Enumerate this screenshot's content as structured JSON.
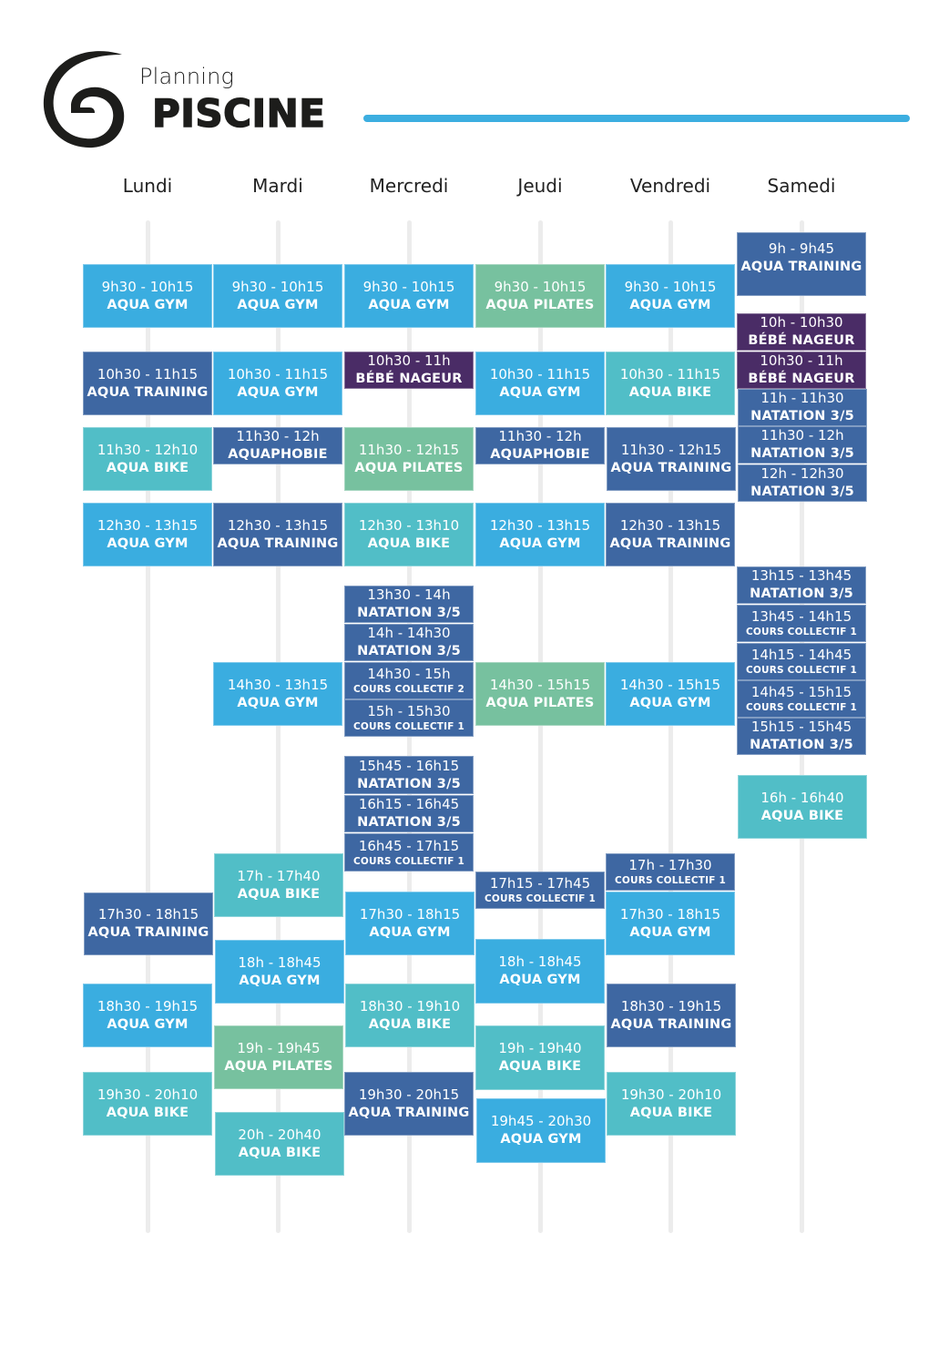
{
  "header": {
    "title_small": "Planning",
    "title_big": "PISCINE",
    "logo_icon": "spiral-logo-icon",
    "accent_color": "#3caee0"
  },
  "colors": {
    "aqua_gym": "#3aade0",
    "aqua_training": "#3e67a2",
    "aqua_bike": "#51bec7",
    "aqua_pilates": "#77c19f",
    "bebe_nageur": "#4a2c66",
    "natation_cours": "#3e67a2"
  },
  "days": [
    {
      "label": "Lundi",
      "sessions": [
        {
          "time": "9h30 - 10h15",
          "name": "AQUA GYM"
        },
        {
          "time": "10h30 - 11h15",
          "name": "AQUA TRAINING"
        },
        {
          "time": "11h30 - 12h10",
          "name": "AQUA BIKE"
        },
        {
          "time": "12h30 - 13h15",
          "name": "AQUA GYM"
        },
        {
          "time": "17h30 - 18h15",
          "name": "AQUA TRAINING"
        },
        {
          "time": "18h30 - 19h15",
          "name": "AQUA GYM"
        },
        {
          "time": "19h30 - 20h10",
          "name": "AQUA BIKE"
        }
      ]
    },
    {
      "label": "Mardi",
      "sessions": [
        {
          "time": "9h30 - 10h15",
          "name": "AQUA GYM"
        },
        {
          "time": "10h30 - 11h15",
          "name": "AQUA GYM"
        },
        {
          "time": "11h30 - 12h",
          "name": "AQUAPHOBIE"
        },
        {
          "time": "12h30 - 13h15",
          "name": "AQUA TRAINING"
        },
        {
          "time": "14h30 - 13h15",
          "name": "AQUA GYM"
        },
        {
          "time": "17h - 17h40",
          "name": "AQUA BIKE"
        },
        {
          "time": "18h - 18h45",
          "name": "AQUA GYM"
        },
        {
          "time": "19h - 19h45",
          "name": "AQUA PILATES"
        },
        {
          "time": "20h - 20h40",
          "name": "AQUA BIKE"
        }
      ]
    },
    {
      "label": "Mercredi",
      "sessions": [
        {
          "time": "9h30 - 10h15",
          "name": "AQUA GYM"
        },
        {
          "time": "10h30 - 11h",
          "name": "BÉBÉ NAGEUR"
        },
        {
          "time": "11h30 - 12h15",
          "name": "AQUA PILATES"
        },
        {
          "time": "12h30 - 13h10",
          "name": "AQUA BIKE"
        },
        {
          "time": "13h30 - 14h",
          "name": "NATATION 3/5"
        },
        {
          "time": "14h - 14h30",
          "name": "NATATION 3/5"
        },
        {
          "time": "14h30 - 15h",
          "name": "COURS COLLECTIF 2"
        },
        {
          "time": "15h - 15h30",
          "name": "COURS COLLECTIF 1"
        },
        {
          "time": "15h45 - 16h15",
          "name": "NATATION 3/5"
        },
        {
          "time": "16h15 - 16h45",
          "name": "NATATION 3/5"
        },
        {
          "time": "16h45 - 17h15",
          "name": "COURS COLLECTIF 1"
        },
        {
          "time": "17h30 - 18h15",
          "name": "AQUA GYM"
        },
        {
          "time": "18h30 - 19h10",
          "name": "AQUA BIKE"
        },
        {
          "time": "19h30 - 20h15",
          "name": "AQUA TRAINING"
        }
      ]
    },
    {
      "label": "Jeudi",
      "sessions": [
        {
          "time": "9h30 - 10h15",
          "name": "AQUA PILATES"
        },
        {
          "time": "10h30 - 11h15",
          "name": "AQUA GYM"
        },
        {
          "time": "11h30 - 12h",
          "name": "AQUAPHOBIE"
        },
        {
          "time": "12h30 - 13h15",
          "name": "AQUA GYM"
        },
        {
          "time": "14h30 - 15h15",
          "name": "AQUA PILATES"
        },
        {
          "time": "17h15 - 17h45",
          "name": "COURS COLLECTIF 1"
        },
        {
          "time": "18h - 18h45",
          "name": "AQUA GYM"
        },
        {
          "time": "19h - 19h40",
          "name": "AQUA BIKE"
        },
        {
          "time": "19h45 - 20h30",
          "name": "AQUA GYM"
        }
      ]
    },
    {
      "label": "Vendredi",
      "sessions": [
        {
          "time": "9h30 - 10h15",
          "name": "AQUA GYM"
        },
        {
          "time": "10h30 - 11h15",
          "name": "AQUA BIKE"
        },
        {
          "time": "11h30 - 12h15",
          "name": "AQUA TRAINING"
        },
        {
          "time": "12h30 - 13h15",
          "name": "AQUA TRAINING"
        },
        {
          "time": "14h30 - 15h15",
          "name": "AQUA GYM"
        },
        {
          "time": "17h - 17h30",
          "name": "COURS COLLECTIF 1"
        },
        {
          "time": "17h30 - 18h15",
          "name": "AQUA GYM"
        },
        {
          "time": "18h30 - 19h15",
          "name": "AQUA TRAINING"
        },
        {
          "time": "19h30 - 20h10",
          "name": "AQUA BIKE"
        }
      ]
    },
    {
      "label": "Samedi",
      "sessions": [
        {
          "time": "9h - 9h45",
          "name": "AQUA TRAINING"
        },
        {
          "time": "10h - 10h30",
          "name": "BÉBÉ NAGEUR"
        },
        {
          "time": "10h30 - 11h",
          "name": "BÉBÉ NAGEUR"
        },
        {
          "time": "11h - 11h30",
          "name": "NATATION 3/5"
        },
        {
          "time": "11h30 - 12h",
          "name": "NATATION 3/5"
        },
        {
          "time": "12h - 12h30",
          "name": "NATATION 3/5"
        },
        {
          "time": "13h15 - 13h45",
          "name": "NATATION 3/5"
        },
        {
          "time": "13h45 - 14h15",
          "name": "COURS COLLECTIF 1"
        },
        {
          "time": "14h15 - 14h45",
          "name": "COURS COLLECTIF 1"
        },
        {
          "time": "14h45 - 15h15",
          "name": "COURS COLLECTIF 1"
        },
        {
          "time": "15h15 - 15h45",
          "name": "NATATION 3/5"
        },
        {
          "time": "16h - 16h40",
          "name": "AQUA BIKE"
        }
      ]
    }
  ]
}
